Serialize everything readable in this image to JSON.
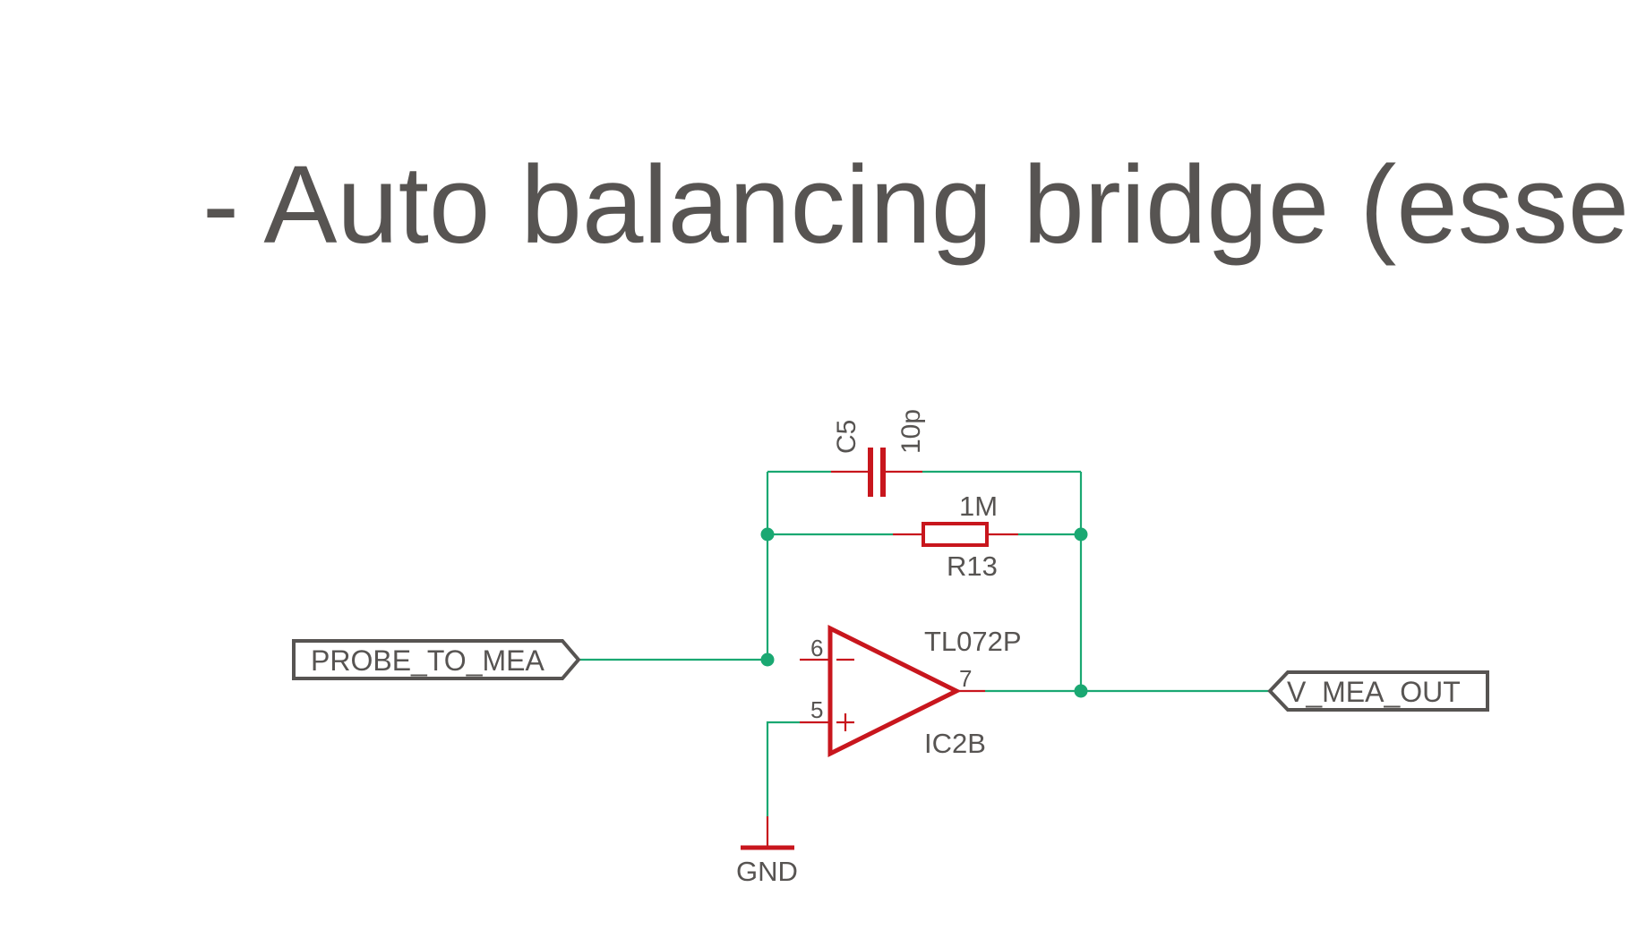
{
  "slide": {
    "title": "- Auto balancing bridge (esse"
  },
  "schematic": {
    "input_port": "PROBE_TO_MEA",
    "output_port": "V_MEA_OUT",
    "capacitor": {
      "name": "C5",
      "value": "10p"
    },
    "resistor": {
      "name": "R13",
      "value": "1M"
    },
    "opamp": {
      "part": "TL072P",
      "name": "IC2B",
      "pin_inv": "6",
      "pin_noninv": "5",
      "pin_out": "7"
    },
    "ground": "GND",
    "colors": {
      "wire": "#1aa872",
      "component": "#c8161d",
      "text": "#575452",
      "port": "#575452"
    }
  }
}
